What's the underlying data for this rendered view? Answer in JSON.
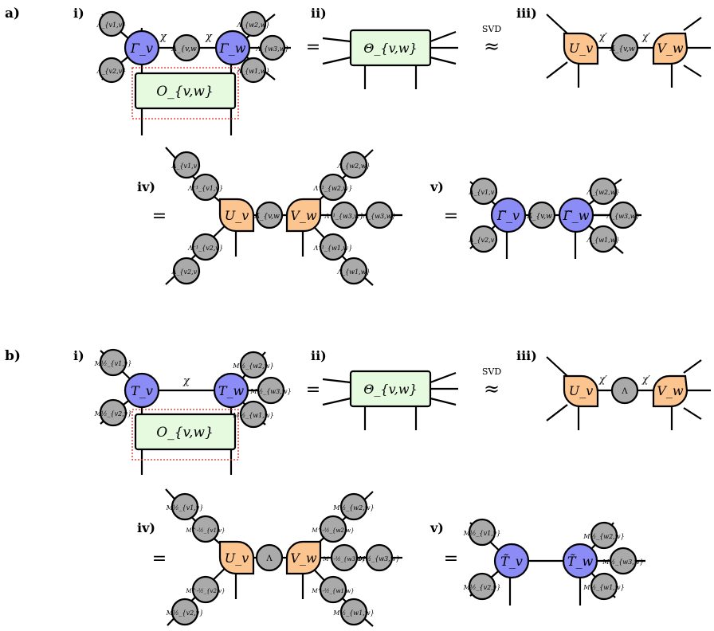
{
  "panels": {
    "a": {
      "label": "a)",
      "steps": [
        "i)",
        "ii)",
        "iii)",
        "iv)",
        "v)"
      ],
      "bond": "χ",
      "bond_trunc": "χ′",
      "svd_label": "SVD",
      "approx": "≈",
      "equals": "=",
      "tensors": {
        "gamma_v": "Γ_v",
        "gamma_w": "Γ_w",
        "lambda_vw": "Λ_{v,w}",
        "lambda_v1": "Λ_{v1,v}",
        "lambda_v2": "Λ_{v2,v}",
        "lambda_w2": "Λ_{w2,w}",
        "lambda_w3": "Λ_{w3,w}",
        "lambda_w1": "Λ_{w1,w}",
        "operator": "O_{v,w}",
        "theta": "Θ_{v,w}",
        "U": "U_v",
        "V": "V_w",
        "lambda_tilde": "Λ̃_{v,w}",
        "inv_v1": "Λ⁻¹_{v1,v}",
        "inv_v2": "Λ⁻¹_{v2,v}",
        "inv_w2": "Λ⁻¹_{w2,w}",
        "inv_w3": "Λ⁻¹_{w3,w}",
        "inv_w1": "Λ⁻¹_{w1,w}",
        "gamma_v_new": "Γ̃_v",
        "gamma_w_new": "Γ̃_w"
      }
    },
    "b": {
      "label": "b)",
      "steps": [
        "i)",
        "ii)",
        "iii)",
        "iv)",
        "v)"
      ],
      "bond": "χ",
      "bond_trunc": "χ′",
      "svd_label": "SVD",
      "approx": "≈",
      "equals": "=",
      "tensors": {
        "T_v": "T_v",
        "T_w": "T_w",
        "m_v1": "M½_{v1,v}",
        "m_v2": "M½_{v2,v}",
        "m_w2": "M½_{w2,w}",
        "m_w3": "M½_{w3,w}",
        "m_w1": "M½_{w1,w}",
        "operator": "O_{v,w}",
        "theta": "Θ_{v,w}",
        "U": "U_v",
        "V": "V_w",
        "lambda": "Λ",
        "minv_v1": "M^-½_{v1,v}",
        "minv_v2": "M^-½_{v2,v}",
        "minv_w2": "M^-½_{w2,w}",
        "minv_w3": "M^-½_{w3,w}",
        "minv_w1": "M^-½_{w1,w}",
        "T_v_new": "T̃_v",
        "T_w_new": "T̃_w"
      }
    }
  },
  "colors": {
    "gray": "#aaaaaa",
    "blue": "#8c8cf7",
    "orange": "#fcc58f",
    "green": "#e6fae0",
    "red_dotted": "#e2261f"
  }
}
